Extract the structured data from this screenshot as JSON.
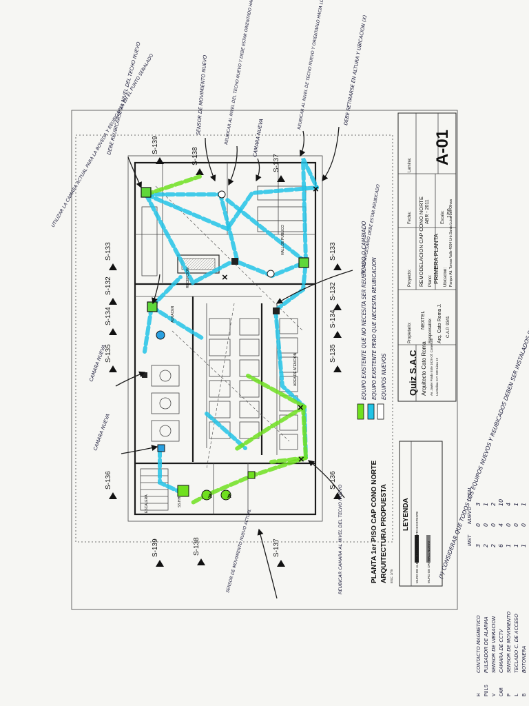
{
  "diagram": {
    "title": "PLANTA 1er PISO CAP CONO NORTE",
    "subtitle": "ARQUITECTURA PROPUESTA",
    "scale": "ESC: 1/75"
  },
  "legend": {
    "heading": "LEYENDA",
    "concrete": "MURO DE ALBAÑILERIA/CONCRETO EXISTENTE",
    "drywall": "MURO DE DRYWALL NUEVO"
  },
  "company": {
    "name": "Quiz S.A.C",
    "subname": "Arquitecto Cato Roma",
    "address1": "Av. Javier Prado Este 1029 Of. Comercial",
    "address2": "La Molina C.P. 030 Lima 12"
  },
  "title_block": {
    "owner_label": "Propietario:",
    "owner": "NEXTEL",
    "responsible_label": "Responsable:",
    "responsible": "Arq. Cato Roma J.",
    "cap": "C.A.P. 9341",
    "project_label": "Proyecto:",
    "project": "REMODELACION CAP CONO NORTE",
    "plan_label": "Plano:",
    "plan": "PRIMERA PLANTA",
    "location_label": "Ubicacion:",
    "location": "Parque Alt. Tomas Valle 4054 Urb.Santa Luisa Los Olivos",
    "date_label": "Fecha:",
    "date": "ABR - 2011",
    "scale_label": "Escala:",
    "scale": "1/50",
    "sheet_label": "Lamina:",
    "sheet": "A-01"
  },
  "sections": {
    "s139": "S-139",
    "s138": "S-138",
    "s137": "S-137",
    "s136": "S-136",
    "s135": "S-135",
    "s134": "S-134",
    "s133": "S-133",
    "s132": "S-132"
  },
  "plan_labels": {
    "recepcion": "RECEPCION",
    "hall": "HALL DE PUBLICO",
    "area_atencion": "AREA DE ATENCION",
    "almacen": "ALMACEN",
    "sshh": "SS.HH.",
    "escalera": "ESCALERA"
  },
  "equipment_legend": {
    "existing": "EQUIPO EXISTENTE QUE NO NECESITA SER REUBICADO O CAMBIADO",
    "relocate": "EQUIPO EXISTENTE PERO QUE NECESITA REUBICACION",
    "new": "EQUIPOS NUEVOS"
  },
  "notes": {
    "general": "(*) CONSIDERAR QUE TODOS LOS EQUIPOS NUEVOS Y REUBICADOS DEBEN SER INSTALADOS DE ACUERDO AL NIVEL DE LOS TECHOS NUEVOS",
    "n1": "DEBE REUBICARSE AL NIVEL DEL TECHO NUEVO",
    "n2": "SENSOR DE MOVIMIENTO NUEVO",
    "n3": "REUBICAR AL NIVEL DEL TECHO NUEVO Y DEBE ESTAR ORIENTADO HACIA DONDE SE UBICA LAS NUEVAS VENTANILLAS",
    "n4": "CAMARA NUEVA",
    "n5": "REUBICAR AL NIVEL DE TECHO NUEVO Y ORIENTARLO HACIA LOS NUEVOS MODULOS",
    "n6": "DEBE RETIRARSE EN ALTURA Y UBICACION (X)",
    "n7": "CAMARA NUEVA",
    "n8": "CAMARA NUEVA",
    "n9": "UTILIZAR LA CAMARA ACTUAL PARA LA BOVEDA Y REUBICARLA EN EL PUNTO SENALADO",
    "n10": "REUBICAR CAMARA AL NIVEL DEL TECHO NUEVO",
    "n11": "SENSOR DE MOVIMIENTO NUEVO ACTUAL",
    "n12": "NO ES NECESARIO DEBE ESTAR REUBICADO"
  },
  "symbol_table": {
    "header_inst": "INST",
    "header_nuevo": "NUEVO",
    "header_total": "TOTAL",
    "rows": [
      {
        "code": "H",
        "label": "CONTACTO MAGNETICO",
        "inst": "3",
        "nuevo": "0",
        "total": "3"
      },
      {
        "code": "PULS",
        "label": "PULSADOR DE ALARMA",
        "inst": "2",
        "nuevo": "0",
        "total": "1"
      },
      {
        "code": "V",
        "label": "SENSOR DE VIBRACION",
        "inst": "2",
        "nuevo": "0",
        "total": "2"
      },
      {
        "code": "CAM",
        "label": "CAMARA DE CCTV",
        "inst": "6",
        "nuevo": "4",
        "total": "10"
      },
      {
        "code": "P",
        "label": "SENSOR DE MOVIMIENTO",
        "inst": "1",
        "nuevo": "0",
        "total": "4"
      },
      {
        "code": "L",
        "label": "TECLADO C. DE ACCESO",
        "inst": "1",
        "nuevo": "0",
        "total": "1"
      },
      {
        "code": "B",
        "label": "BOTONERA",
        "inst": "1",
        "nuevo": "0",
        "total": "1"
      }
    ]
  },
  "colors": {
    "relocated_blue": "#22c3e6",
    "new_green": "#6fe01e",
    "ink": "#1c1c3a"
  }
}
